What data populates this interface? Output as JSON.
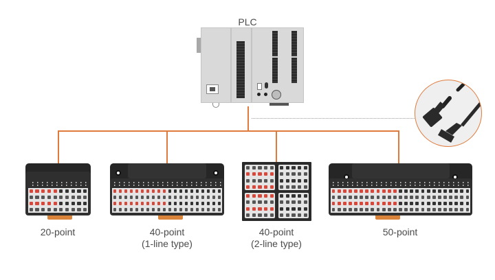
{
  "diagram": {
    "plc_label": "PLC",
    "accent_color": "#e07a3c",
    "modules": [
      {
        "label_line1": "20-point",
        "label_line2": "",
        "points": 20,
        "type": "single-block"
      },
      {
        "label_line1": "40-point",
        "label_line2": "(1-line type)",
        "points": 40,
        "type": "1-line"
      },
      {
        "label_line1": "40-point",
        "label_line2": "(2-line type)",
        "points": 40,
        "type": "2-line"
      },
      {
        "label_line1": "50-point",
        "label_line2": "",
        "points": 50,
        "type": "single-block"
      }
    ],
    "cable_callout": {
      "icon": "cable-connector-icon"
    }
  }
}
